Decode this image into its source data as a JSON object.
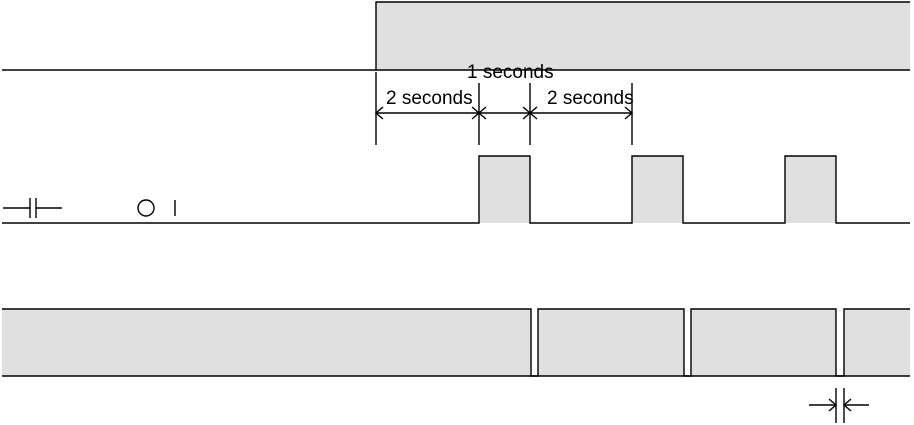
{
  "diagram": {
    "labels": {
      "interval_a": "2 seconds",
      "interval_b": "1 seconds",
      "interval_c": "2 seconds"
    },
    "colors": {
      "fill": "#e0e0e0",
      "line": "#000000",
      "background": "#ffffff"
    },
    "icons": {
      "contact": "normally-open-contact-icon",
      "coil": "coil-icon"
    }
  }
}
